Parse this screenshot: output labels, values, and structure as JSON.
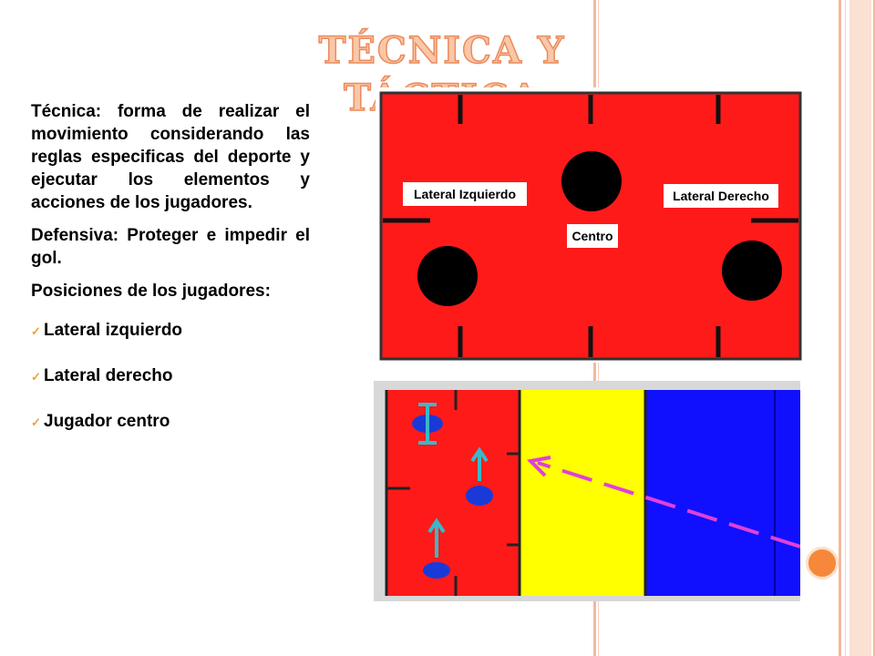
{
  "title": "TÉCNICA Y TÁCTICA",
  "paragraphs": {
    "tecnica": "Técnica: forma de realizar el movimiento considerando las reglas especificas del deporte y ejecutar los elementos y acciones de los jugadores.",
    "defensiva": "Defensiva: Proteger e impedir el gol.",
    "posiciones": "Posiciones de los jugadores:"
  },
  "positions_list": [
    "Lateral izquierdo",
    "Lateral derecho",
    "Jugador centro"
  ],
  "court_labels": {
    "left": "Lateral Izquierdo",
    "right": "Lateral Derecho",
    "center": "Centro"
  },
  "colors": {
    "court_red": "#ff1a1a",
    "court_yellow": "#ffff00",
    "court_blue": "#1010ff",
    "player_blue": "#1a3ad8",
    "arrow_teal": "#3ab8c8",
    "pass_magenta": "#e040d8",
    "accent_orange": "#f5883a",
    "title_fill": "#f9c8a8"
  }
}
